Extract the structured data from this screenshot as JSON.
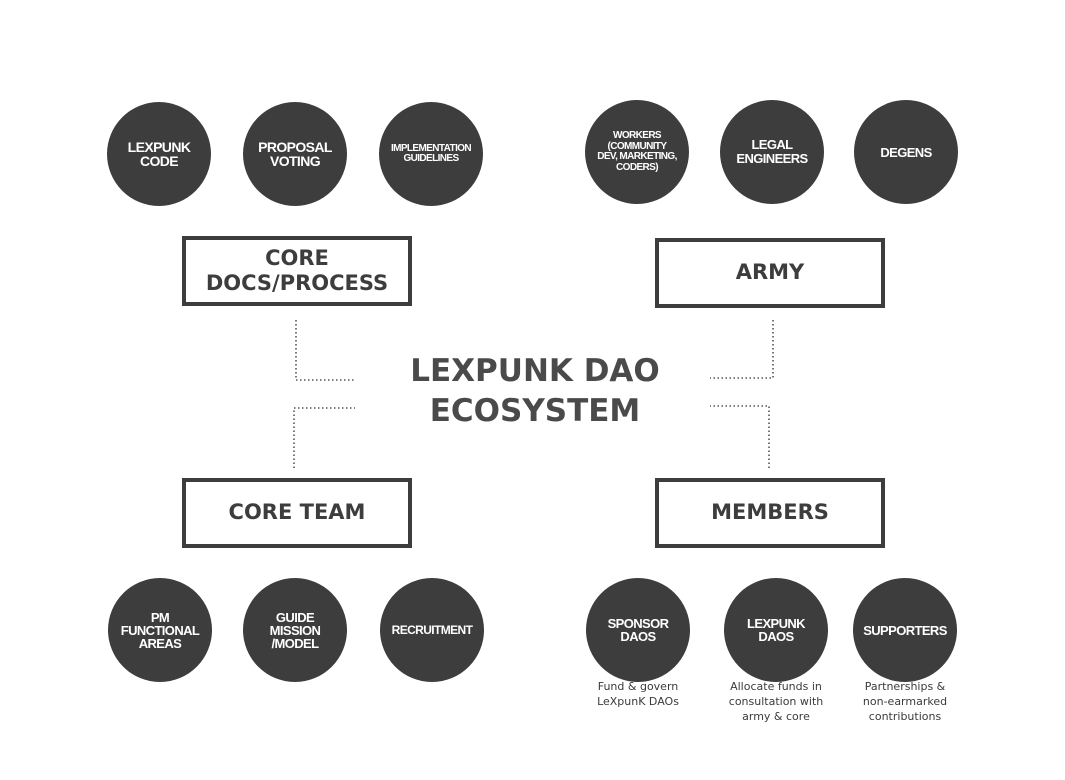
{
  "title": "LEXPUNK DAO\nECOSYSTEM",
  "boxes": {
    "core_docs": "CORE\nDOCS/PROCESS",
    "army": "ARMY",
    "core_team": "CORE TEAM",
    "members": "MEMBERS"
  },
  "circles": {
    "lexpunk_code": "LEXPUNK\nCODE",
    "proposal_voting": "PROPOSAL\nVOTING",
    "implementation_guidelines": "IMPLEMENTATION\nGUIDELINES",
    "workers": "WORKERS\n(COMMUNITY\nDEV, MARKETING,\nCODERS)",
    "legal_engineers": "LEGAL\nENGINEERS",
    "degens": "DEGENS",
    "pm_functional_areas": "PM\nFUNCTIONAL\nAREAS",
    "guide_mission_model": "GUIDE\nMISSION\n/MODEL",
    "recruitment": "RECRUITMENT",
    "sponsor_daos": "SPONSOR\nDAOS",
    "lexpunk_daos": "LEXPUNK\nDAOS",
    "supporters": "SUPPORTERS"
  },
  "captions": {
    "sponsor_daos": "Fund & govern\nLeXpunK DAOs",
    "lexpunk_daos": "Allocate funds in\nconsultation with\narmy & core",
    "supporters": "Partnerships &\nnon-earmarked\ncontributions"
  },
  "colors": {
    "circle_fill": "#3d3d3d",
    "box_border": "#3d3d3d",
    "text": "#4a4a4a",
    "background": "#ffffff"
  }
}
